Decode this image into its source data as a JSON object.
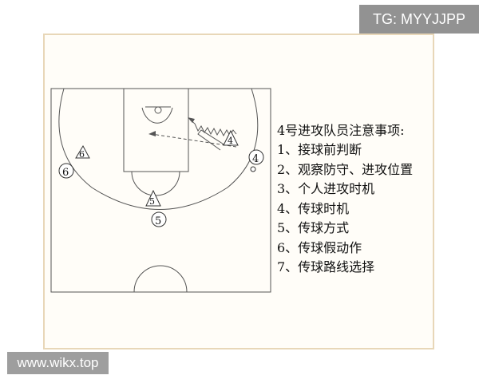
{
  "watermarks": {
    "top_right": "TG: MYYJJPP",
    "bottom_left": "www.wikx.top"
  },
  "diagram": {
    "players": [
      {
        "number": "6",
        "shape": "triangle",
        "role": "offense"
      },
      {
        "number": "6",
        "shape": "circle",
        "role": "defense"
      },
      {
        "number": "5",
        "shape": "triangle",
        "role": "offense"
      },
      {
        "number": "5",
        "shape": "circle",
        "role": "defense"
      },
      {
        "number": "4",
        "shape": "triangle",
        "role": "offense"
      },
      {
        "number": "4",
        "shape": "circle",
        "role": "defense"
      }
    ],
    "notes": {
      "title": "4号进攻队员注意事项:",
      "items": [
        "1、接球前判断",
        "2、观察防守、进攻位置",
        "3、个人进攻时机",
        "4、传球时机",
        "5、传球方式",
        "6、传球假动作",
        "7、传球路线选择"
      ]
    }
  }
}
